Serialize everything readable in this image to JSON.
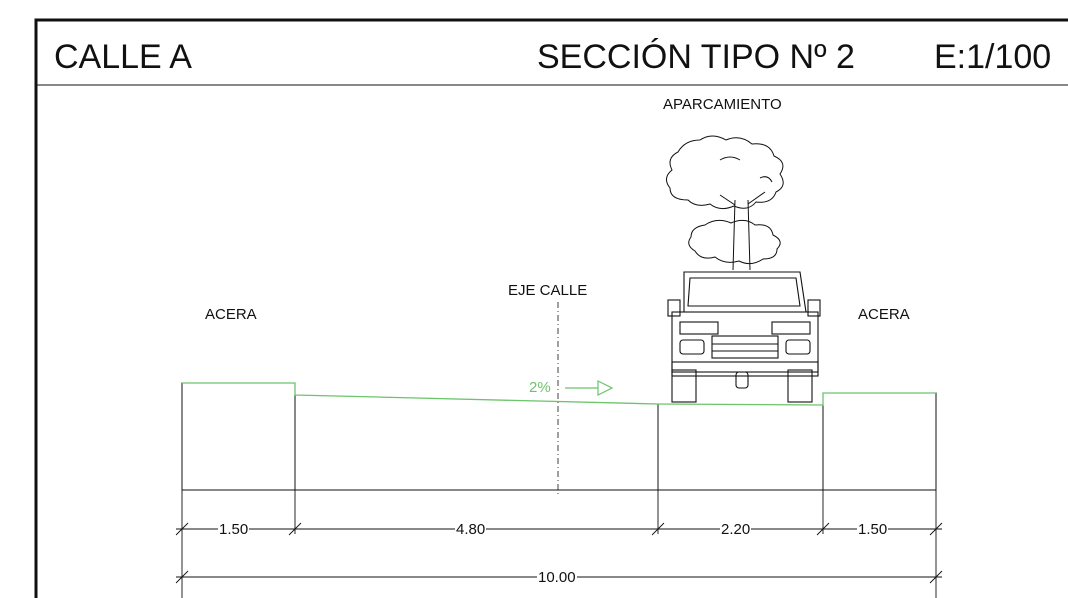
{
  "title": {
    "street": "CALLE A",
    "section": "SECCIÓN TIPO Nº 2",
    "scale": "E:1/100"
  },
  "labels": {
    "parking": "APARCAMIENTO",
    "axis": "EJE CALLE",
    "sidewalk_left": "ACERA",
    "sidewalk_right": "ACERA"
  },
  "slope": {
    "label": "2%",
    "color": "#6cc46c"
  },
  "dimensions": {
    "segments": [
      "1.50",
      "4.80",
      "2.20",
      "1.50"
    ],
    "total": "10.00"
  },
  "colors": {
    "line": "#111111",
    "surface": "#6cc46c",
    "border": "#111111"
  },
  "icons": [
    "tree-icon",
    "car-icon",
    "slope-arrow-icon"
  ]
}
